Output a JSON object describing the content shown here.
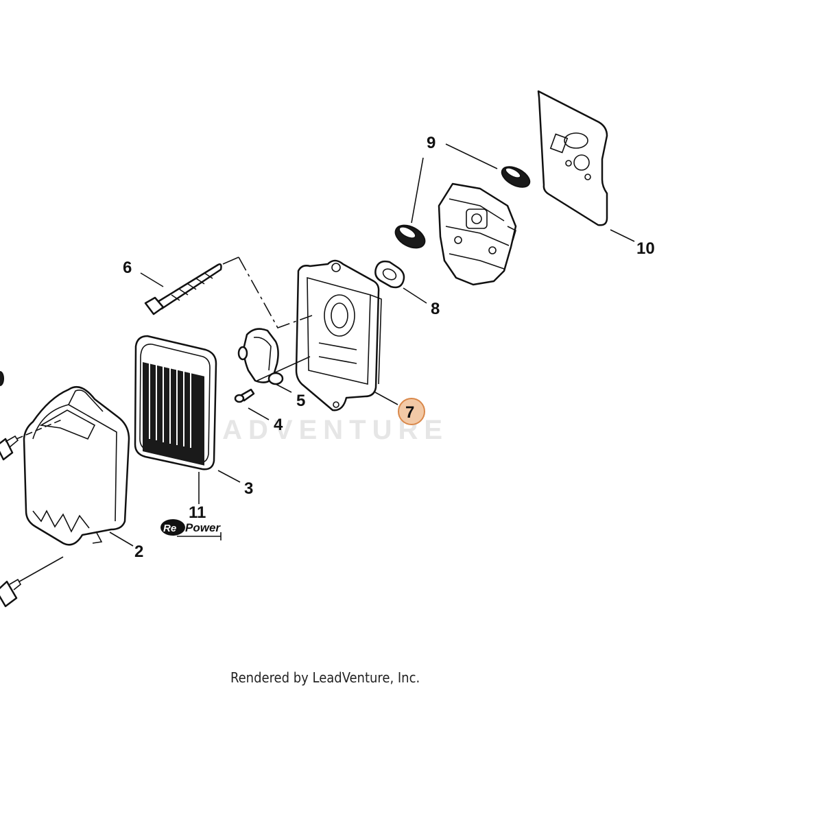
{
  "watermark": "LEADVENTURE",
  "credit": "Rendered by LeadVenture, Inc.",
  "badge": {
    "prefix": "Re",
    "suffix": "Power"
  },
  "callouts": {
    "c2": "2",
    "c3": "3",
    "c4": "4",
    "c5": "5",
    "c6": "6",
    "c7": "7",
    "c8": "8",
    "c9": "9",
    "c10": "10",
    "c11": "11"
  },
  "colors": {
    "highlight_fill": "#f2c9a6",
    "highlight_stroke": "#d9884a",
    "line": "#111111",
    "watermark": "#e6e6e6"
  }
}
